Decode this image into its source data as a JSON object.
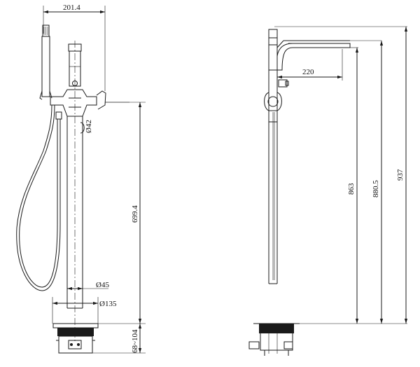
{
  "front_view": {
    "dim_width": "201.4",
    "dim_diameter_spout": "Ø42",
    "dim_height_body": "699.4",
    "dim_diameter_pipe": "Ø45",
    "dim_diameter_base": "Ø135",
    "dim_base_height": "68~104"
  },
  "side_view": {
    "dim_reach": "220",
    "dim_h1": "863",
    "dim_h2": "880.5",
    "dim_h3": "937"
  }
}
